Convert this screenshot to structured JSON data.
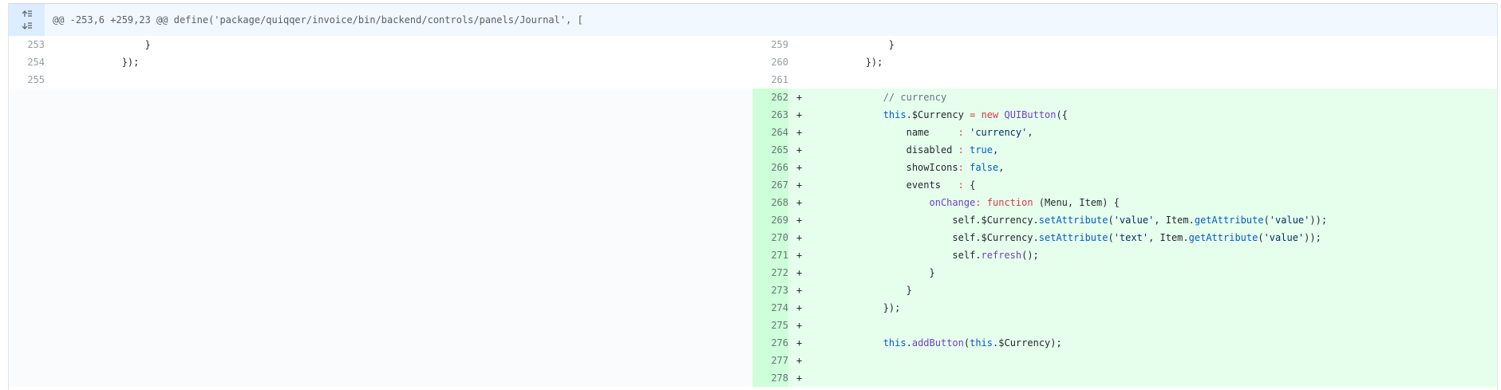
{
  "hunk": {
    "header": "@@ -253,6 +259,23 @@ define('package/quiqqer/invoice/bin/backend/controls/panels/Journal', [",
    "expand_up_icon": "expand-up-icon",
    "expand_down_icon": "expand-down-icon"
  },
  "colors": {
    "hunk_bg": "#f1f8ff",
    "hunk_gutter_bg": "#dbedff",
    "add_bg": "#e6ffed",
    "add_gutter_bg": "#cdffd8",
    "empty_bg": "#fafbfc"
  },
  "rows": [
    {
      "type": "context",
      "left_num": "253",
      "left_code": "                }",
      "right_num": "259",
      "right_code": "                }"
    },
    {
      "type": "context",
      "left_num": "254",
      "left_code": "            });",
      "right_num": "260",
      "right_code": "            });"
    },
    {
      "type": "context",
      "left_num": "255",
      "left_code": "",
      "right_num": "261",
      "right_code": ""
    },
    {
      "type": "add",
      "right_num": "262",
      "tokens": [
        [
          "p",
          "            "
        ],
        [
          "c",
          "// currency"
        ]
      ]
    },
    {
      "type": "add",
      "right_num": "263",
      "tokens": [
        [
          "p",
          "            "
        ],
        [
          "b",
          "this"
        ],
        [
          "p",
          ".$Currency "
        ],
        [
          "k",
          "="
        ],
        [
          "p",
          " "
        ],
        [
          "k",
          "new"
        ],
        [
          "p",
          " "
        ],
        [
          "f",
          "QUIButton"
        ],
        [
          "p",
          "({"
        ]
      ]
    },
    {
      "type": "add",
      "right_num": "264",
      "tokens": [
        [
          "p",
          "                name     "
        ],
        [
          "k",
          ":"
        ],
        [
          "p",
          " "
        ],
        [
          "s",
          "'currency'"
        ],
        [
          "p",
          ","
        ]
      ]
    },
    {
      "type": "add",
      "right_num": "265",
      "tokens": [
        [
          "p",
          "                disabled "
        ],
        [
          "k",
          ":"
        ],
        [
          "p",
          " "
        ],
        [
          "b",
          "true"
        ],
        [
          "p",
          ","
        ]
      ]
    },
    {
      "type": "add",
      "right_num": "266",
      "tokens": [
        [
          "p",
          "                showIcons"
        ],
        [
          "k",
          ":"
        ],
        [
          "p",
          " "
        ],
        [
          "b",
          "false"
        ],
        [
          "p",
          ","
        ]
      ]
    },
    {
      "type": "add",
      "right_num": "267",
      "tokens": [
        [
          "p",
          "                events   "
        ],
        [
          "k",
          ":"
        ],
        [
          "p",
          " {"
        ]
      ]
    },
    {
      "type": "add",
      "right_num": "268",
      "tokens": [
        [
          "p",
          "                    "
        ],
        [
          "f",
          "onChange"
        ],
        [
          "k",
          ":"
        ],
        [
          "p",
          " "
        ],
        [
          "k",
          "function"
        ],
        [
          "p",
          " (Menu, Item) {"
        ]
      ]
    },
    {
      "type": "add",
      "right_num": "269",
      "tokens": [
        [
          "p",
          "                        self.$Currency."
        ],
        [
          "b",
          "setAttribute"
        ],
        [
          "p",
          "("
        ],
        [
          "s",
          "'value'"
        ],
        [
          "p",
          ", Item."
        ],
        [
          "b",
          "getAttribute"
        ],
        [
          "p",
          "("
        ],
        [
          "s",
          "'value'"
        ],
        [
          "p",
          "));"
        ]
      ]
    },
    {
      "type": "add",
      "right_num": "270",
      "tokens": [
        [
          "p",
          "                        self.$Currency."
        ],
        [
          "b",
          "setAttribute"
        ],
        [
          "p",
          "("
        ],
        [
          "s",
          "'text'"
        ],
        [
          "p",
          ", Item."
        ],
        [
          "b",
          "getAttribute"
        ],
        [
          "p",
          "("
        ],
        [
          "s",
          "'value'"
        ],
        [
          "p",
          "));"
        ]
      ]
    },
    {
      "type": "add",
      "right_num": "271",
      "tokens": [
        [
          "p",
          "                        self."
        ],
        [
          "f",
          "refresh"
        ],
        [
          "p",
          "();"
        ]
      ]
    },
    {
      "type": "add",
      "right_num": "272",
      "tokens": [
        [
          "p",
          "                    }"
        ]
      ]
    },
    {
      "type": "add",
      "right_num": "273",
      "tokens": [
        [
          "p",
          "                }"
        ]
      ]
    },
    {
      "type": "add",
      "right_num": "274",
      "tokens": [
        [
          "p",
          "            });"
        ]
      ]
    },
    {
      "type": "add",
      "right_num": "275",
      "tokens": []
    },
    {
      "type": "add",
      "right_num": "276",
      "tokens": [
        [
          "p",
          "            "
        ],
        [
          "b",
          "this"
        ],
        [
          "p",
          "."
        ],
        [
          "f",
          "addButton"
        ],
        [
          "p",
          "("
        ],
        [
          "b",
          "this"
        ],
        [
          "p",
          ".$Currency);"
        ]
      ]
    },
    {
      "type": "add",
      "right_num": "277",
      "tokens": []
    },
    {
      "type": "add",
      "right_num": "278",
      "tokens": []
    }
  ],
  "add_marker": "+"
}
